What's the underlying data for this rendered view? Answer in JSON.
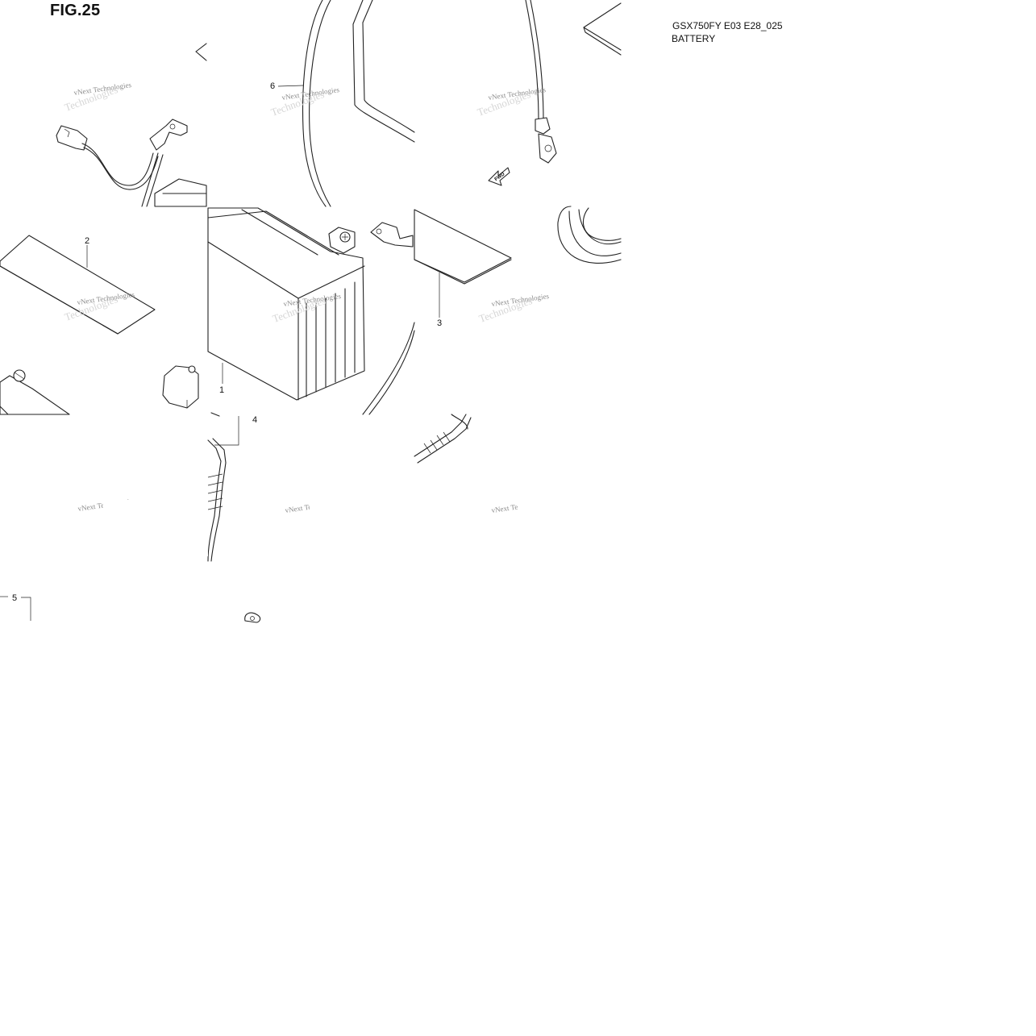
{
  "figure": {
    "label": "FIG.25",
    "model_code": "GSX750FY E03 E28_025",
    "section": "BATTERY"
  },
  "callouts": [
    {
      "id": "1",
      "text": "1"
    },
    {
      "id": "2",
      "text": "2"
    },
    {
      "id": "3",
      "text": "3"
    },
    {
      "id": "4",
      "text": "4"
    },
    {
      "id": "5",
      "text": "5"
    },
    {
      "id": "6",
      "text": "6"
    }
  ],
  "direction_marker": {
    "text": "FWD",
    "icon": "fwd-arrow-icon"
  },
  "watermark": {
    "line1": "vNext Technologies",
    "line2": "Technologies"
  }
}
